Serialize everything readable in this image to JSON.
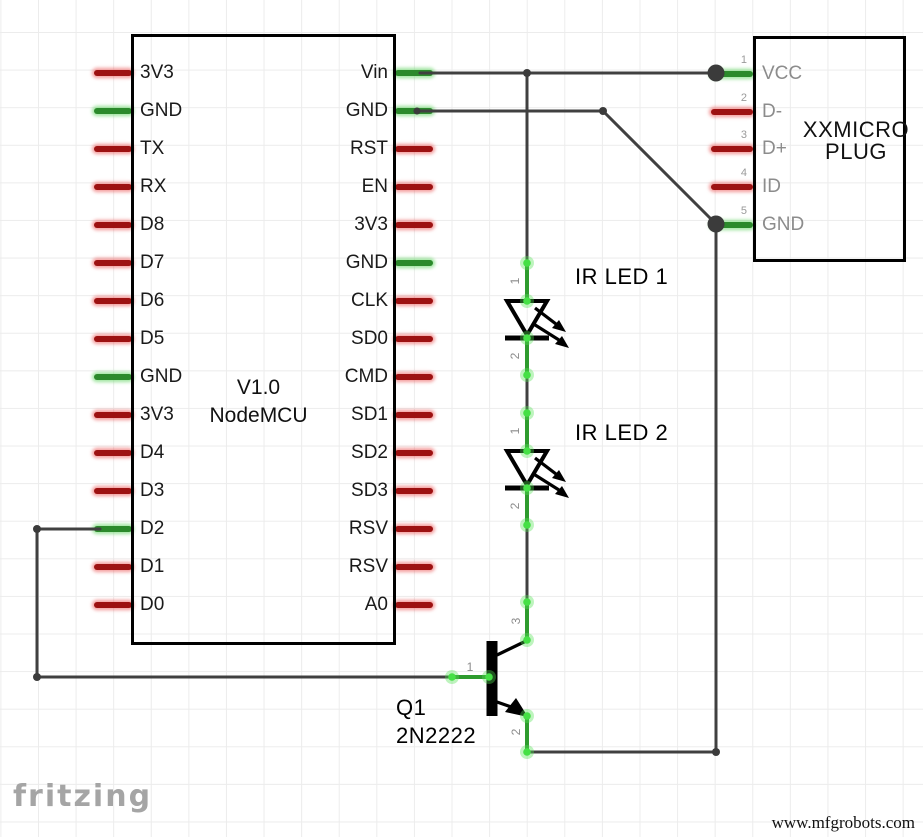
{
  "watermark": "fritzing",
  "site_credit": "www.mfgrobots.com",
  "colors": {
    "wire": "#404040",
    "junction": "#3b3b3b",
    "pin_unconnected": "#9d1111",
    "pin_connected": "#2b8a2b",
    "leg_green": "#2e9b2e",
    "endpoint_green": "#45e045",
    "label_gray": "#8c8c8c",
    "grid": "#ececec"
  },
  "nodemcu": {
    "title_line1": "V1.0",
    "title_line2": "NodeMCU",
    "left_pins": [
      {
        "label": "3V3",
        "state": "red"
      },
      {
        "label": "GND",
        "state": "green"
      },
      {
        "label": "TX",
        "state": "red"
      },
      {
        "label": "RX",
        "state": "red"
      },
      {
        "label": "D8",
        "state": "red"
      },
      {
        "label": "D7",
        "state": "red"
      },
      {
        "label": "D6",
        "state": "red"
      },
      {
        "label": "D5",
        "state": "red"
      },
      {
        "label": "GND",
        "state": "green"
      },
      {
        "label": "3V3",
        "state": "red"
      },
      {
        "label": "D4",
        "state": "red"
      },
      {
        "label": "D3",
        "state": "red"
      },
      {
        "label": "D2",
        "state": "green"
      },
      {
        "label": "D1",
        "state": "red"
      },
      {
        "label": "D0",
        "state": "red"
      }
    ],
    "right_pins": [
      {
        "label": "Vin",
        "state": "green"
      },
      {
        "label": "GND",
        "state": "green"
      },
      {
        "label": "RST",
        "state": "red"
      },
      {
        "label": "EN",
        "state": "red"
      },
      {
        "label": "3V3",
        "state": "red"
      },
      {
        "label": "GND",
        "state": "green"
      },
      {
        "label": "CLK",
        "state": "red"
      },
      {
        "label": "SD0",
        "state": "red"
      },
      {
        "label": "CMD",
        "state": "red"
      },
      {
        "label": "SD1",
        "state": "red"
      },
      {
        "label": "SD2",
        "state": "red"
      },
      {
        "label": "SD3",
        "state": "red"
      },
      {
        "label": "RSV",
        "state": "red"
      },
      {
        "label": "RSV",
        "state": "red"
      },
      {
        "label": "A0",
        "state": "red"
      }
    ]
  },
  "plug": {
    "title_line1": "XXMICRO",
    "title_line2": "PLUG",
    "pins": [
      {
        "number": "1",
        "label": "VCC",
        "state": "green"
      },
      {
        "number": "2",
        "label": "D-",
        "state": "red"
      },
      {
        "number": "3",
        "label": "D+",
        "state": "red"
      },
      {
        "number": "4",
        "label": "ID",
        "state": "red"
      },
      {
        "number": "5",
        "label": "GND",
        "state": "green"
      }
    ]
  },
  "led1": {
    "label": "IR LED 1",
    "pin_top": "1",
    "pin_bottom": "2"
  },
  "led2": {
    "label": "IR LED 2",
    "pin_top": "1",
    "pin_bottom": "2"
  },
  "transistor": {
    "designator": "Q1",
    "part_number": "2N2222",
    "pin_base": "1",
    "pin_emitter": "2",
    "pin_collector": "3"
  }
}
